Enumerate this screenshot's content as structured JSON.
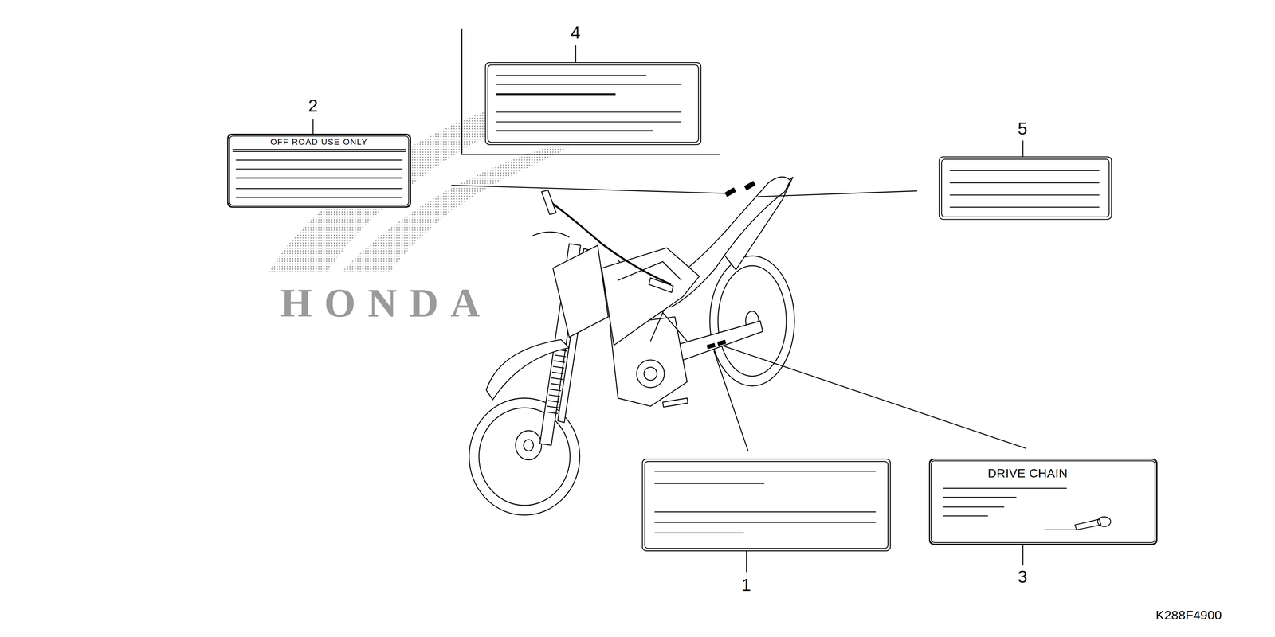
{
  "diagram": {
    "nodes": [
      {
        "text": [
          "OFF ROAD USE ONLY"
        ]
      },
      {
        "text": [
          "DRIVE CHAIN"
        ]
      }
    ],
    "labels": [
      "4",
      "2",
      "5",
      "HONDA",
      "1",
      "3",
      "K288F4900"
    ]
  }
}
